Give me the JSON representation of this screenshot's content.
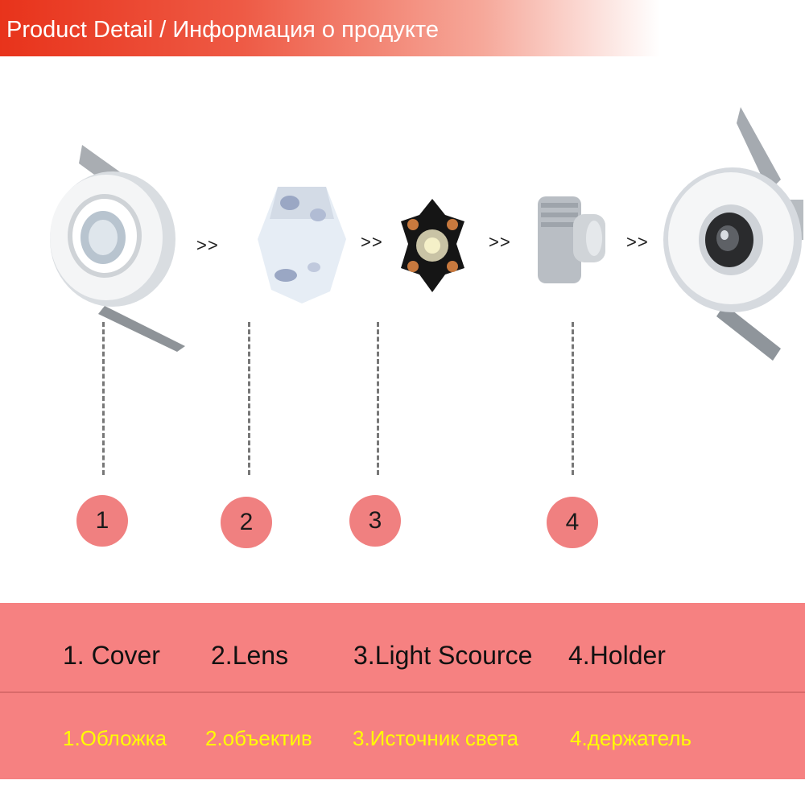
{
  "header": {
    "title": "Product Detail / Информация о продукте"
  },
  "arrows": [
    ">>",
    ">>",
    ">>",
    ">>"
  ],
  "parts": [
    {
      "number": "1",
      "icon": "cover-photo-icon"
    },
    {
      "number": "2",
      "icon": "lens-photo-icon"
    },
    {
      "number": "3",
      "icon": "led-chip-photo-icon"
    },
    {
      "number": "4",
      "icon": "holder-photo-icon"
    }
  ],
  "assembled": {
    "icon": "assembled-downlight-photo-icon"
  },
  "labels_en": [
    "1. Cover",
    "2.Lens",
    "3.Light Scource",
    "4.Holder"
  ],
  "labels_ru": [
    "1.Обложка",
    "2.объектив",
    "3.Источник света",
    "4.держатель"
  ],
  "colors": {
    "header_start": "#e8331b",
    "band": "#f68181",
    "circle": "#f08080",
    "ru_text": "#ffff00"
  }
}
